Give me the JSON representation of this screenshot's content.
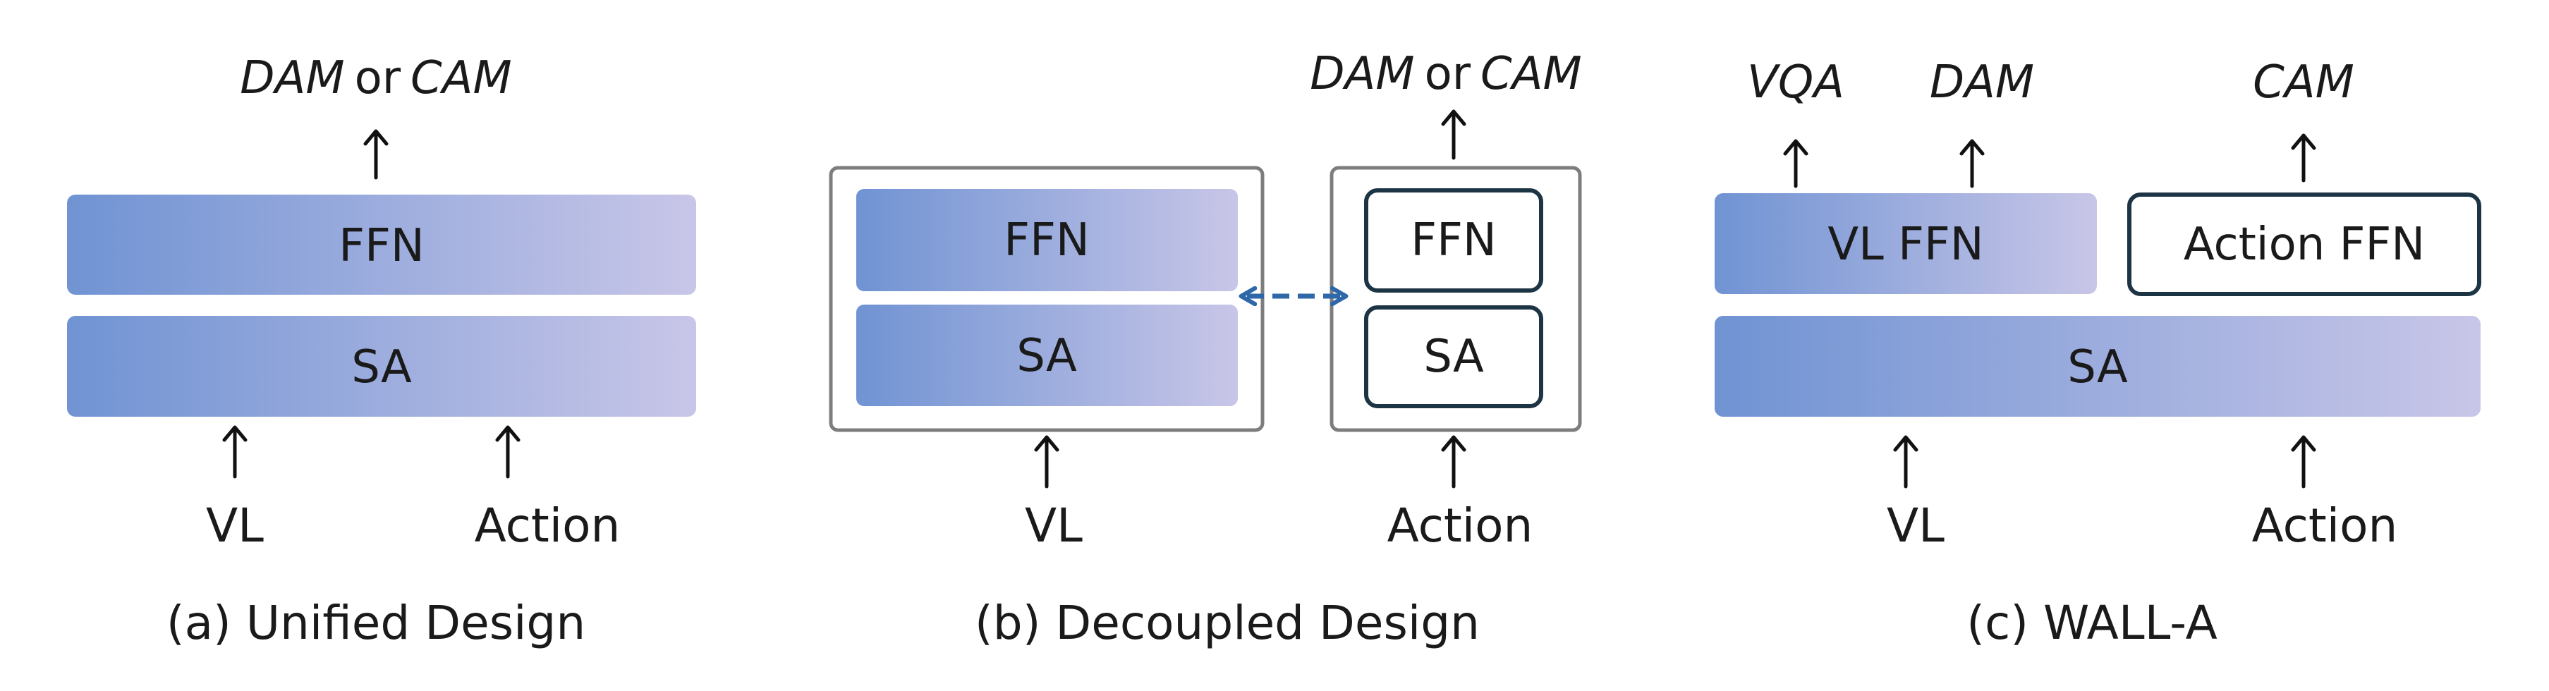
{
  "colors": {
    "gradient_start": "#7093d3",
    "gradient_end": "#c8c6e8",
    "outline_dark": "#1d3445",
    "group_border": "#7d7d7d",
    "bidirectional_arrow": "#2e68a8",
    "text": "#1a1a1a"
  },
  "panel_a": {
    "output": {
      "dam": "DAM",
      "or": "or",
      "cam": "CAM"
    },
    "ffn": "FFN",
    "sa": "SA",
    "input_vl": "VL",
    "input_action": "Action",
    "caption": "(a) Unified Design"
  },
  "panel_b": {
    "output": {
      "dam": "DAM",
      "or": "or",
      "cam": "CAM"
    },
    "left_ffn": "FFN",
    "left_sa": "SA",
    "right_ffn": "FFN",
    "right_sa": "SA",
    "input_vl": "VL",
    "input_action": "Action",
    "caption": "(b) Decoupled Design"
  },
  "panel_c": {
    "output_vqa": "VQA",
    "output_dam": "DAM",
    "output_cam": "CAM",
    "vl_ffn": "VL FFN",
    "action_ffn": "Action FFN",
    "sa": "SA",
    "input_vl": "VL",
    "input_action": "Action",
    "caption": "(c) WALL-A"
  }
}
